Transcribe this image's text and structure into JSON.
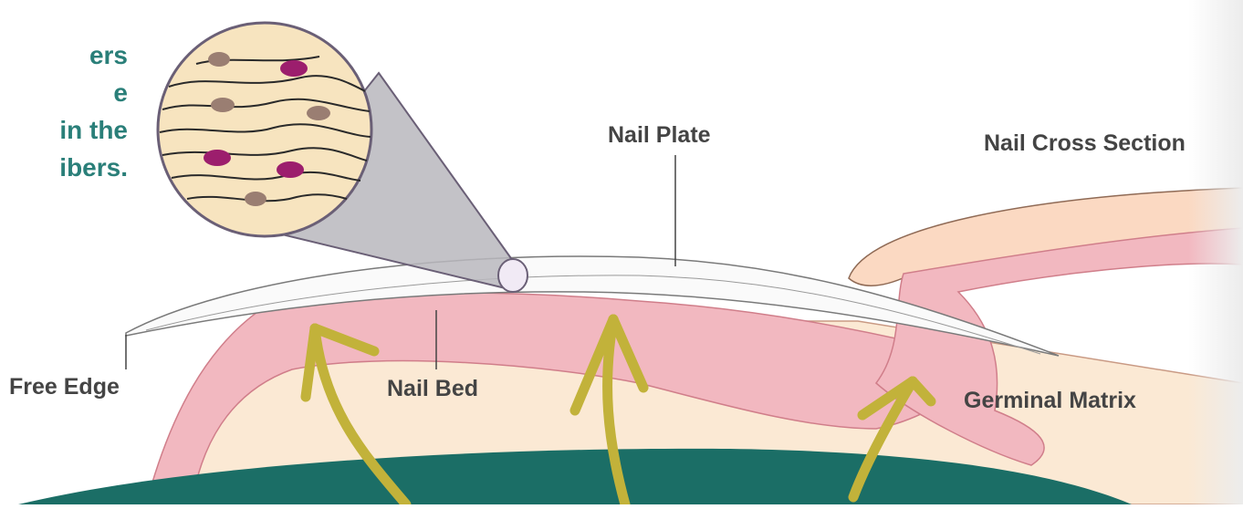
{
  "intro_text": [
    "ers",
    "e",
    "in the",
    "ibers."
  ],
  "labels": {
    "nail_plate": "Nail Plate",
    "nail_cross_section": "Nail Cross Section",
    "free_edge": "Free Edge",
    "nail_bed": "Nail Bed",
    "germinal_matrix": "Germinal Matrix"
  },
  "colors": {
    "text_teal": "#2a7f79",
    "label_gray": "#444444",
    "skin_pink": "#f2b8c0",
    "skin_light": "#fbe9d4",
    "nail_white": "#fafafa",
    "bone_teal": "#1b6e66",
    "arrow_olive": "#c2b23a",
    "cell_purple": "#9c1e6d",
    "cell_brown": "#9a7e72",
    "magnifier_gray": "#b9b7bd"
  }
}
